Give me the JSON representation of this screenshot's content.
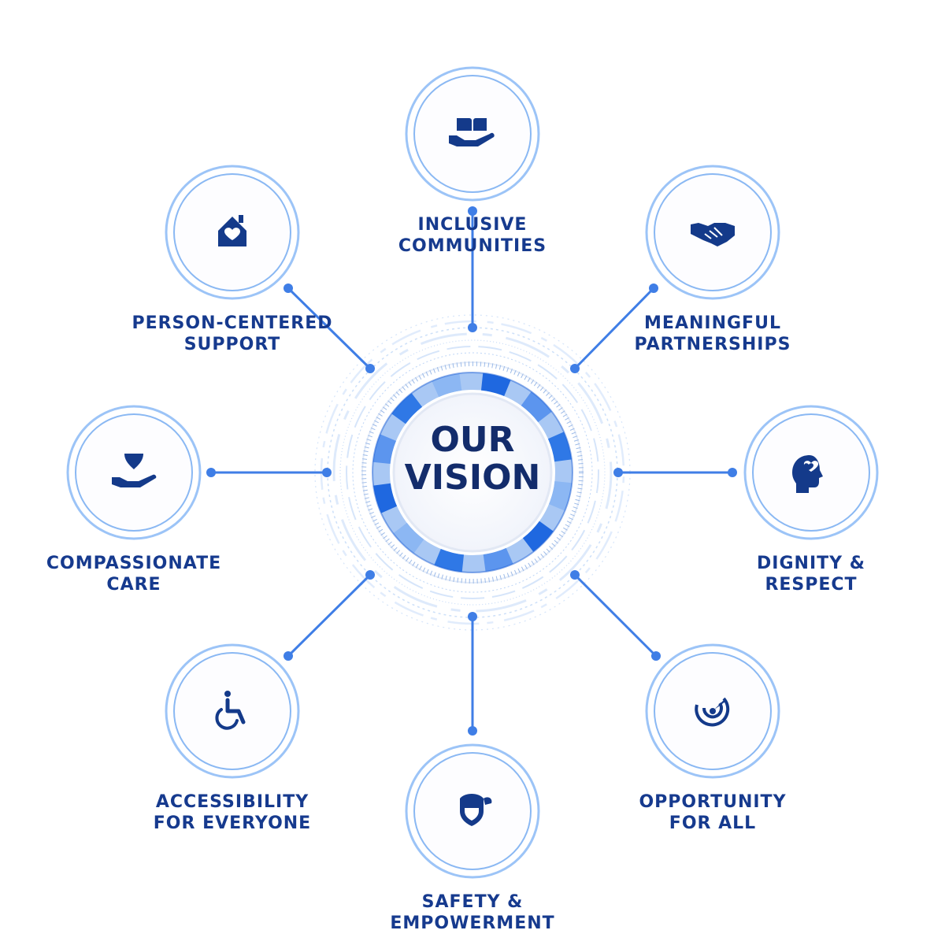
{
  "center": {
    "line1": "OUR",
    "line2": "VISION"
  },
  "colors": {
    "label": "#163a8e",
    "title": "#132c6b",
    "icon": "#143a8a",
    "accent": "#3f7ee6",
    "ring": "#9cc4f7"
  },
  "values": [
    {
      "id": "inclusive-communities",
      "icon": "hands-holding-book-icon",
      "line1": "INCLUSIVE",
      "line2": "COMMUNITIES"
    },
    {
      "id": "meaningful-partnerships",
      "icon": "handshake-icon",
      "line1": "MEANINGFUL",
      "line2": "PARTNERSHIPS"
    },
    {
      "id": "dignity-respect",
      "icon": "head-with-heart-icon",
      "line1": "DIGNITY &",
      "line2": "RESPECT"
    },
    {
      "id": "opportunity-for-all",
      "icon": "target-icon",
      "line1": "OPPORTUNITY",
      "line2": "FOR ALL"
    },
    {
      "id": "safety-empowerment",
      "icon": "person-shield-icon",
      "line1": "SAFETY &",
      "line2": "EMPOWERMENT"
    },
    {
      "id": "accessibility-for-everyone",
      "icon": "wheelchair-icon",
      "line1": "ACCESSIBILITY",
      "line2": "FOR EVERYONE"
    },
    {
      "id": "compassionate-care",
      "icon": "hand-with-heart-icon",
      "line1": "COMPASSIONATE",
      "line2": "CARE"
    },
    {
      "id": "person-centered-support",
      "icon": "house-with-heart-icon",
      "line1": "PERSON-CENTERED",
      "line2": "SUPPORT"
    }
  ]
}
